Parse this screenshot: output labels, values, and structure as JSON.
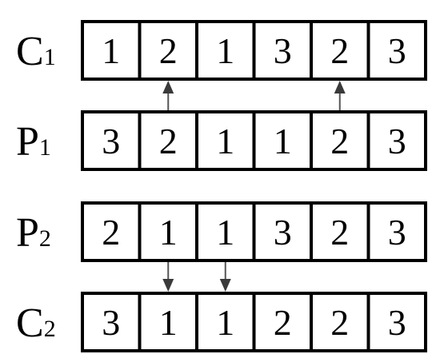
{
  "rows": [
    {
      "letter": "C",
      "index": "1",
      "values": [
        "1",
        "2",
        "1",
        "3",
        "2",
        "3"
      ]
    },
    {
      "letter": "P",
      "index": "1",
      "values": [
        "3",
        "2",
        "1",
        "1",
        "2",
        "3"
      ]
    },
    {
      "letter": "P",
      "index": "2",
      "values": [
        "2",
        "1",
        "1",
        "3",
        "2",
        "3"
      ]
    },
    {
      "letter": "C",
      "index": "2",
      "values": [
        "3",
        "1",
        "1",
        "2",
        "2",
        "3"
      ]
    }
  ],
  "arrows": [
    {
      "from_row": 1,
      "to_row": 0,
      "cell": 1
    },
    {
      "from_row": 1,
      "to_row": 0,
      "cell": 4
    },
    {
      "from_row": 2,
      "to_row": 3,
      "cell": 1
    },
    {
      "from_row": 2,
      "to_row": 3,
      "cell": 2
    }
  ]
}
